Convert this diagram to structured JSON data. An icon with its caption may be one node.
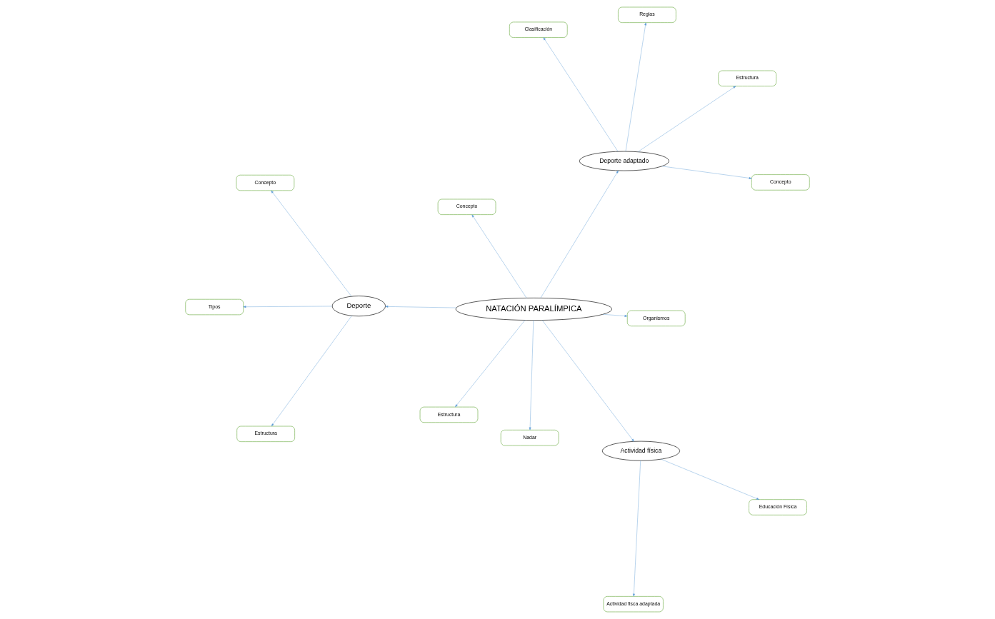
{
  "diagram": {
    "nodes": [
      {
        "text": [
          "Tipos"
        ]
      },
      {
        "text": [
          "Concepto"
        ]
      },
      {
        "text": [
          "Estructura"
        ]
      },
      {
        "text": [
          "Deporte"
        ]
      },
      {
        "text": [
          "Organismos"
        ]
      },
      {
        "text": [
          "Concepto"
        ]
      },
      {
        "text": [
          "NATACIÓN PARALÍMPICA"
        ]
      },
      {
        "text": [
          "Nadar"
        ]
      },
      {
        "text": [
          "Estructura"
        ]
      },
      {
        "text": [
          "Educación Física"
        ]
      },
      {
        "text": [
          "Concepto"
        ]
      },
      {
        "text": [
          "Clasificación"
        ]
      },
      {
        "text": [
          "Actividad física"
        ]
      },
      {
        "text": [
          "Deporte adaptado"
        ]
      },
      {
        "text": [
          "Reglas"
        ]
      },
      {
        "text": [
          "Actividad fisca adaptada"
        ]
      },
      {
        "text": [
          "Estructura"
        ]
      }
    ],
    "edges": [
      {
        "from": 6,
        "to": 3,
        "arrow": "to"
      },
      {
        "from": 3,
        "to": 0,
        "arrow": "to"
      },
      {
        "from": 3,
        "to": 1,
        "arrow": "to"
      },
      {
        "from": 3,
        "to": 2,
        "arrow": "to"
      },
      {
        "from": 6,
        "to": 4,
        "arrow": "to"
      },
      {
        "from": 6,
        "to": 7,
        "arrow": "to"
      },
      {
        "from": 6,
        "to": 5,
        "arrow": "to"
      },
      {
        "from": 6,
        "to": 8,
        "arrow": "to"
      },
      {
        "from": 6,
        "to": 12,
        "arrow": "to"
      },
      {
        "from": 6,
        "to": 13,
        "arrow": "to"
      },
      {
        "from": 12,
        "to": 9,
        "arrow": "to"
      },
      {
        "from": 12,
        "to": 15,
        "arrow": "to"
      },
      {
        "from": 13,
        "to": 10,
        "arrow": "to"
      },
      {
        "from": 13,
        "to": 11,
        "arrow": "to"
      },
      {
        "from": 13,
        "to": 14,
        "arrow": "to"
      },
      {
        "from": 13,
        "to": 16,
        "arrow": "to"
      }
    ]
  }
}
